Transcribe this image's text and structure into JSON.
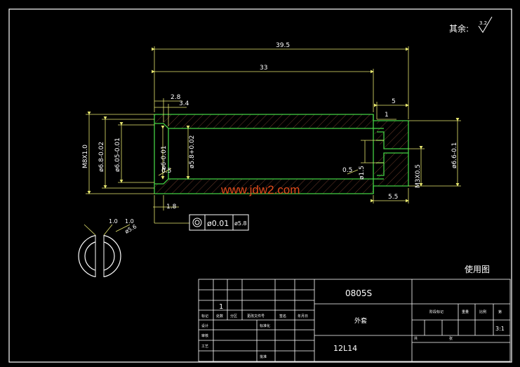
{
  "roughness_note": {
    "label": "其余:",
    "value": "3.2"
  },
  "dimensions": {
    "overall_length": "39.5",
    "main_length": "33",
    "right_step": "5",
    "bottom_right": "5.5",
    "left_small_1": "2.8",
    "left_small_2": "3.4",
    "left_bottom": "1.8",
    "thread_left": "M8X1.0",
    "dia_6_8": "ø6.8-0.02",
    "dia_6_05": "ø6.05-0.01",
    "dia_6_left": "ø6-0.01",
    "dia_5_8": "ø5.8+0.02",
    "chamfer_left": "0.5",
    "chamfer_right": "0.5",
    "dia_1_5": "ø1.5",
    "right_1": "1",
    "thread_right": "M3X0.5",
    "dia_6_6": "ø6.6-0.1",
    "section_w1": "1.0",
    "section_w2": "1.0",
    "section_dia": "ø5.6"
  },
  "tolerance_frame": {
    "symbol": "◎",
    "value": "ø0.01",
    "datum": "ø5.8"
  },
  "watermark": "www.jdw2.com",
  "view_label": "使用图",
  "title_block": {
    "part_number": "0805S",
    "part_name": "外套",
    "material": "12L14",
    "scale": "3:1",
    "quantity": "1",
    "small_labels": [
      "标记",
      "处数",
      "分区",
      "更改文件号",
      "签名",
      "年月日",
      "设计",
      "标准化",
      "审核",
      "工艺",
      "批准",
      "阶段标记",
      "重量",
      "比例",
      "共",
      "张",
      "第"
    ]
  }
}
